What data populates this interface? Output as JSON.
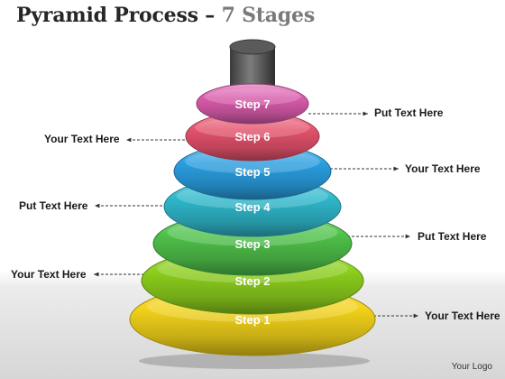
{
  "title": {
    "main": "Pyramid Process –",
    "highlight": "7 Stages"
  },
  "stages": [
    {
      "label": "Step 1",
      "color": "#f2d21a"
    },
    {
      "label": "Step 2",
      "color": "#8ccf1c"
    },
    {
      "label": "Step 3",
      "color": "#4fc24a"
    },
    {
      "label": "Step 4",
      "color": "#2fb8cc"
    },
    {
      "label": "Step 5",
      "color": "#2a9ee0"
    },
    {
      "label": "Step 6",
      "color": "#e5526c"
    },
    {
      "label": "Step 7",
      "color": "#d95bab"
    }
  ],
  "callouts": {
    "right_7": "Put Text Here",
    "left_6": "Your Text Here",
    "right_5": "Your Text Here",
    "left_4": "Put Text Here",
    "right_3": "Put Text Here",
    "left_2": "Your Text Here",
    "right_1": "Your Text Here"
  },
  "footer": {
    "logo": "Your Logo"
  }
}
